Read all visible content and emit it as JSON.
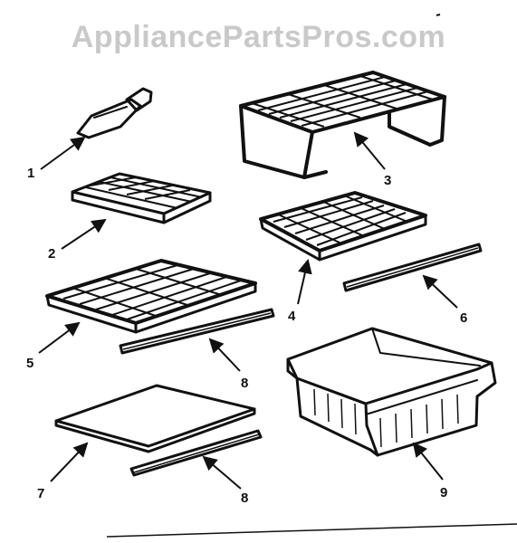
{
  "watermark": "AppliancePartsPros.com",
  "labels": {
    "p1": "1",
    "p2": "2",
    "p3": "3",
    "p4": "4",
    "p5": "5",
    "p6": "6",
    "p7": "7",
    "p8a": "8",
    "p8b": "8",
    "p9": "9"
  }
}
